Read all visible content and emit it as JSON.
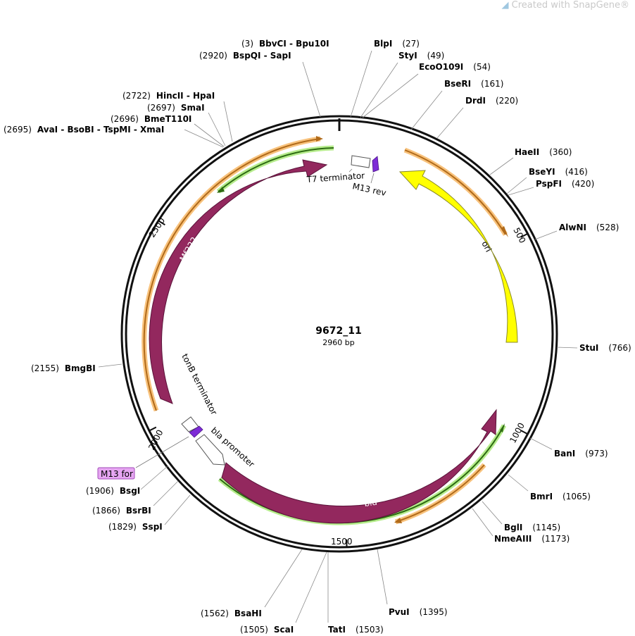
{
  "watermark": {
    "prefix": "Created with ",
    "brand": "SnapGene®"
  },
  "plasmid": {
    "name": "9672_11",
    "length_label": "2960 bp"
  },
  "ruler": [
    {
      "label": "500",
      "pos": 500
    },
    {
      "label": "1000",
      "pos": 1000
    },
    {
      "label": "1500",
      "pos": 1500
    },
    {
      "label": "2000",
      "pos": 2000
    },
    {
      "label": "2500",
      "pos": 2500
    }
  ],
  "features": [
    {
      "name": "ori",
      "color": "#ffff00",
      "label": "ori"
    },
    {
      "name": "bla",
      "color": "#93285e",
      "label": "bla"
    },
    {
      "name": "mrr222",
      "color": "#93285e",
      "label": "Mf222"
    },
    {
      "name": "t7-terminator",
      "label": "T7 terminator"
    },
    {
      "name": "m13-rev",
      "color": "#7d2bd6",
      "label": "M13 rev"
    },
    {
      "name": "tonb-terminator",
      "label": "tonB terminator"
    },
    {
      "name": "bla-promoter",
      "label": "bla promoter"
    },
    {
      "name": "m13-for",
      "color": "#e6a6f2",
      "label": "M13 for"
    }
  ],
  "sites": [
    {
      "pos_text": "(3)",
      "names": [
        "BbvCI",
        "Bpu10I"
      ]
    },
    {
      "pos_text": "(2920)",
      "names": [
        "BspQI",
        "SapI"
      ]
    },
    {
      "pos_text": "(27)",
      "names": [
        "BlpI"
      ]
    },
    {
      "pos_text": "(49)",
      "names": [
        "StyI"
      ]
    },
    {
      "pos_text": "(54)",
      "names": [
        "EcoO109I"
      ]
    },
    {
      "pos_text": "(161)",
      "names": [
        "BseRI"
      ]
    },
    {
      "pos_text": "(220)",
      "names": [
        "DrdI"
      ]
    },
    {
      "pos_text": "(2722)",
      "names": [
        "HincII",
        "HpaI"
      ]
    },
    {
      "pos_text": "(2697)",
      "names": [
        "SmaI"
      ]
    },
    {
      "pos_text": "(2696)",
      "names": [
        "BmeT110I"
      ]
    },
    {
      "pos_text": "(2695)",
      "names": [
        "AvaI",
        "BsoBI",
        "TspMI",
        "XmaI"
      ]
    },
    {
      "pos_text": "(360)",
      "names": [
        "HaeII"
      ]
    },
    {
      "pos_text": "(416)",
      "names": [
        "BseYI"
      ]
    },
    {
      "pos_text": "(420)",
      "names": [
        "PspFI"
      ]
    },
    {
      "pos_text": "(528)",
      "names": [
        "AlwNI"
      ]
    },
    {
      "pos_text": "(766)",
      "names": [
        "StuI"
      ]
    },
    {
      "pos_text": "(2155)",
      "names": [
        "BmgBI"
      ]
    },
    {
      "pos_text": "(973)",
      "names": [
        "BanI"
      ]
    },
    {
      "pos_text": "(1065)",
      "names": [
        "BmrI"
      ]
    },
    {
      "pos_text": "(1145)",
      "names": [
        "BglI"
      ]
    },
    {
      "pos_text": "(1173)",
      "names": [
        "NmeAIII"
      ]
    },
    {
      "pos_text": "(1906)",
      "names": [
        "BsgI"
      ]
    },
    {
      "pos_text": "(1866)",
      "names": [
        "BsrBI"
      ]
    },
    {
      "pos_text": "(1829)",
      "names": [
        "SspI"
      ]
    },
    {
      "pos_text": "(1562)",
      "names": [
        "BsaHI"
      ]
    },
    {
      "pos_text": "(1505)",
      "names": [
        "ScaI"
      ]
    },
    {
      "pos_text": "(1503)",
      "names": [
        "TatI"
      ]
    },
    {
      "pos_text": "(1395)",
      "names": [
        "PvuI"
      ]
    }
  ]
}
